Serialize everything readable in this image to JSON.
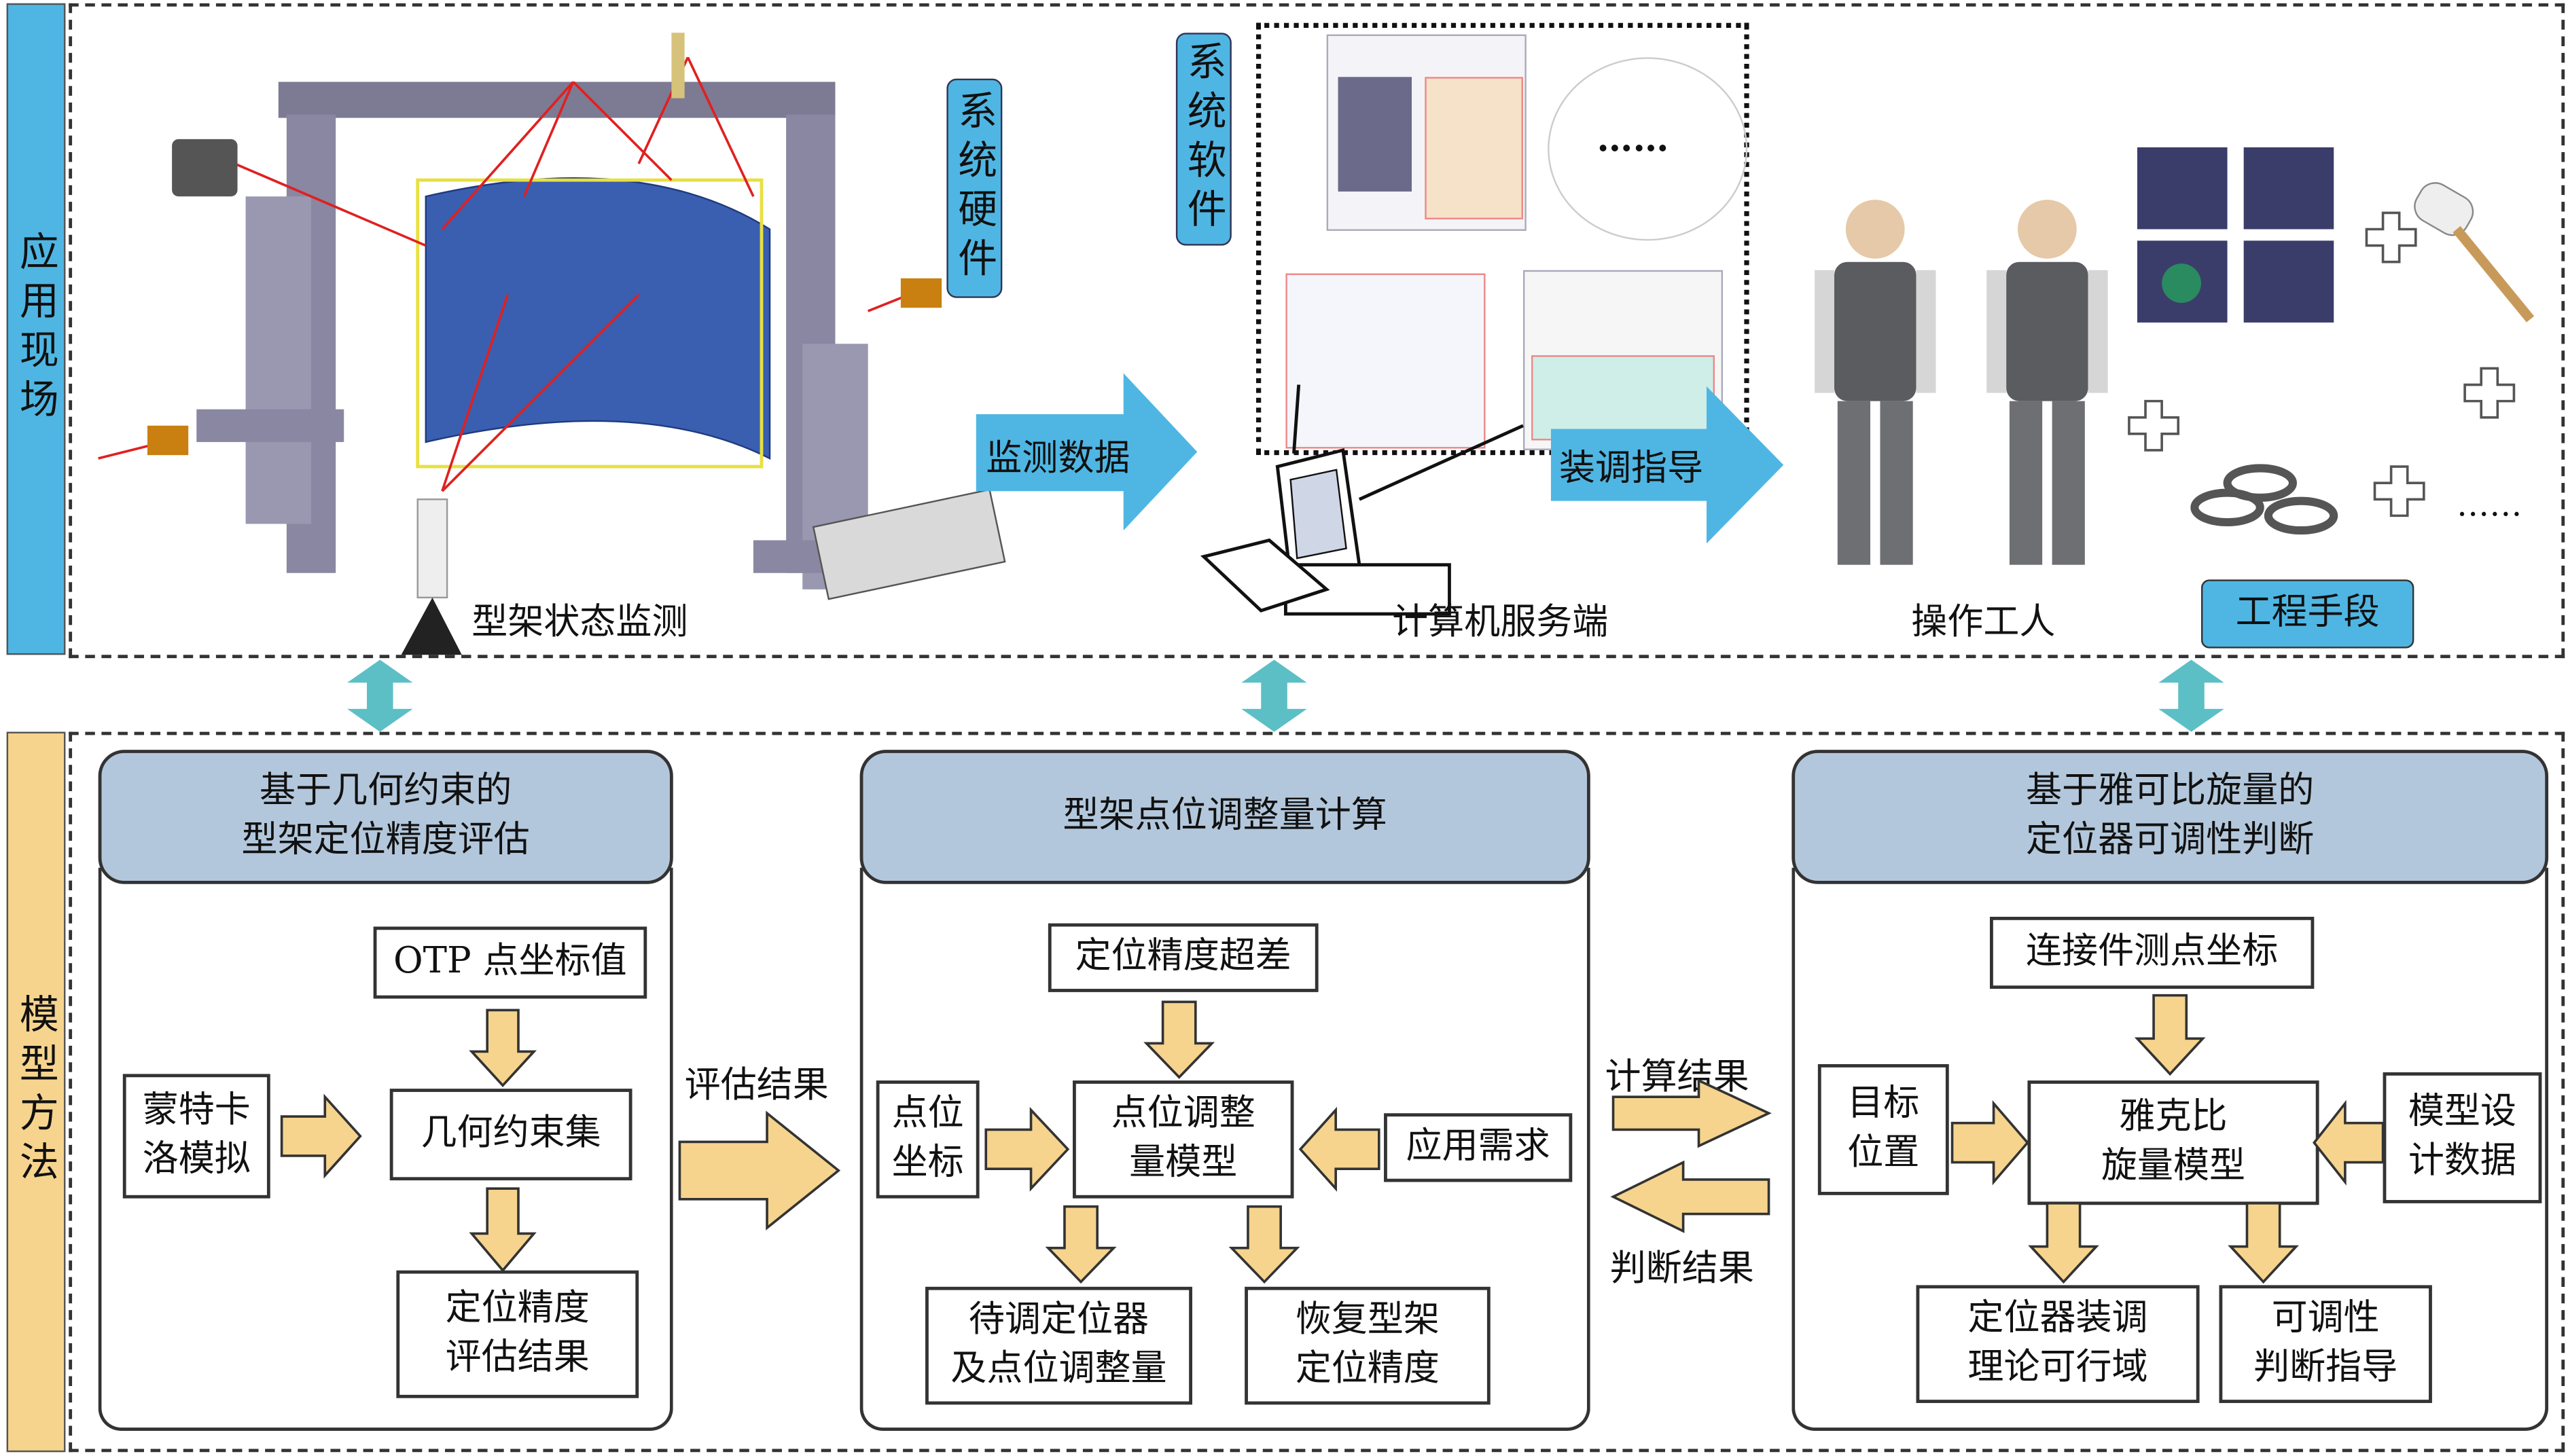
{
  "sections": {
    "application": {
      "label": "应用现场",
      "color": "#4fb6e3"
    },
    "method": {
      "label": "模型方法",
      "color": "#f6d48e"
    }
  },
  "site": {
    "hardware_label": "系统硬件",
    "software_label": "系统软件",
    "monitor_data_arrow": "监测数据",
    "guidance_arrow": "装调指导",
    "jig_caption": "型架状态监测",
    "server_caption": "计算机服务端",
    "workers_caption": "操作工人",
    "engineering_label": "工程手段",
    "software_ellipsis": "……",
    "tools_ellipsis": "……"
  },
  "panels": [
    {
      "title": "基于几何约束的\n型架定位精度评估",
      "boxes": [
        "OTP 点坐标值",
        "蒙特卡\n洛模拟",
        "几何约束集",
        "定位精度\n评估结果"
      ]
    },
    {
      "title": "型架点位调整量计算",
      "boxes": [
        "定位精度超差",
        "点位\n坐标",
        "点位调整\n量模型",
        "应用需求",
        "待调定位器\n及点位调整量",
        "恢复型架\n定位精度"
      ]
    },
    {
      "title": "基于雅可比旋量的\n定位器可调性判断",
      "boxes": [
        "连接件测点坐标",
        "目标\n位置",
        "雅克比\n旋量模型",
        "模型设\n计数据",
        "定位器装调\n理论可行域",
        "可调性\n判断指导"
      ]
    }
  ],
  "flows": {
    "eval_result": "评估结果",
    "calc_result": "计算结果",
    "judge_result": "判断结果"
  },
  "colors": {
    "flow_arrow": "#f6d48e",
    "site_arrow": "#4fb6e3",
    "link_arrow": "#5cbfc6",
    "panel_header": "#b3c7dc"
  }
}
